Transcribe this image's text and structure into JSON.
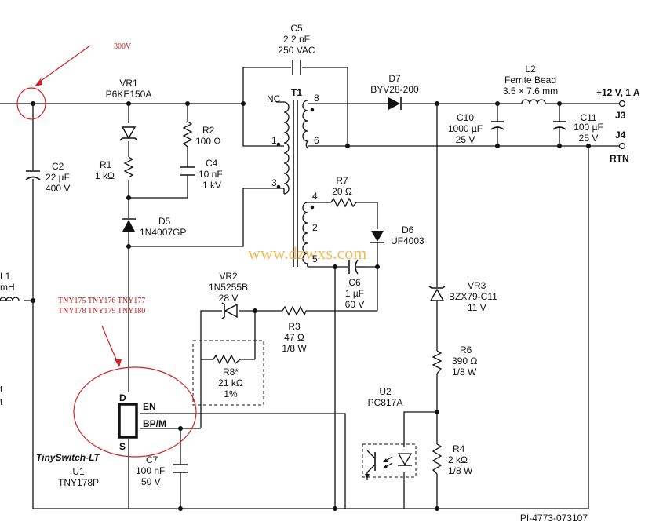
{
  "annotations": {
    "voltage": "300V",
    "ic_models_line1": "TNY175 TNY176 TNY177",
    "ic_models_line2": "TNY178 TNY179 TNY180",
    "watermark": "www.dzwxs.com"
  },
  "components": {
    "vr1": {
      "ref": "VR1",
      "value": "P6KE150A"
    },
    "c5": {
      "ref": "C5",
      "value1": "2.2 nF",
      "value2": "250 VAC"
    },
    "t1": {
      "ref": "T1",
      "pin_nc": "NC",
      "pin1": "1",
      "pin3": "3",
      "pin8": "8",
      "pin6": "6",
      "pin4": "4",
      "pin2": "2",
      "pin5": "5"
    },
    "d7": {
      "ref": "D7",
      "value": "BYV28-200"
    },
    "l2": {
      "ref": "L2",
      "value1": "Ferrite Bead",
      "value2": "3.5 × 7.6 mm"
    },
    "c10": {
      "ref": "C10",
      "value1": "1000 µF",
      "value2": "25 V"
    },
    "c11": {
      "ref": "C11",
      "value1": "100 µF",
      "value2": "25 V"
    },
    "r2": {
      "ref": "R2",
      "value": "100 Ω"
    },
    "c4": {
      "ref": "C4",
      "value1": "10 nF",
      "value2": "1 kV"
    },
    "r1": {
      "ref": "R1",
      "value": "1 kΩ"
    },
    "c2": {
      "ref": "C2",
      "value1": "22 µF",
      "value2": "400 V"
    },
    "d5": {
      "ref": "D5",
      "value": "1N4007GP"
    },
    "r7": {
      "ref": "R7",
      "value": "20 Ω"
    },
    "d6": {
      "ref": "D6",
      "value": "UF4003"
    },
    "c6": {
      "ref": "C6",
      "value1": "1 µF",
      "value2": "60 V"
    },
    "l1": {
      "ref": "L1",
      "value": "mH"
    },
    "vr2": {
      "ref": "VR2",
      "value1": "1N5255B",
      "value2": "28 V"
    },
    "r3": {
      "ref": "R3",
      "value1": "47 Ω",
      "value2": "1/8 W"
    },
    "r8": {
      "ref": "R8*",
      "value1": "21 kΩ",
      "value2": "1%"
    },
    "vr3": {
      "ref": "VR3",
      "value1": "BZX79-C11",
      "value2": "11 V"
    },
    "r6": {
      "ref": "R6",
      "value1": "390 Ω",
      "value2": "1/8 W"
    },
    "u2": {
      "ref": "U2",
      "value": "PC817A"
    },
    "r4": {
      "ref": "R4",
      "value1": "2 kΩ",
      "value2": "1/8 W"
    },
    "u1": {
      "ref": "U1",
      "value": "TNY178P",
      "brand": "TinySwitch-LT",
      "pin_d": "D",
      "pin_s": "S",
      "pin_en": "EN",
      "pin_bp": "BP/M"
    },
    "c7": {
      "ref": "C7",
      "value1": "100 nF",
      "value2": "50 V"
    }
  },
  "terminals": {
    "out_label": "+12 V, 1 A",
    "j3": "J3",
    "j4": "J4",
    "rtn": "RTN"
  },
  "fragments": {
    "left1": "t",
    "left2": "t"
  },
  "drawing_number": "PI-4773-073107"
}
